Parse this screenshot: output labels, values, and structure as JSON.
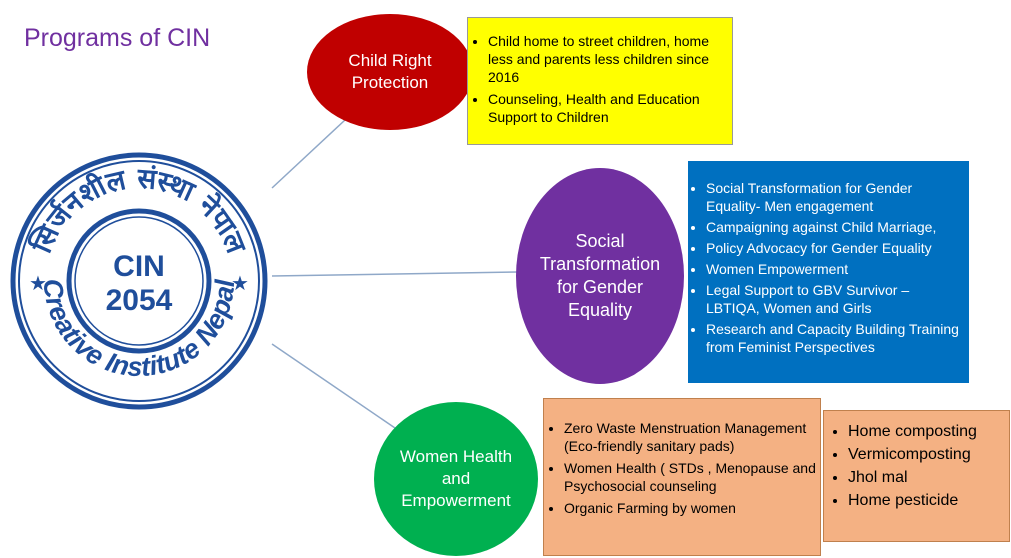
{
  "title": "Programs of CIN",
  "seal": {
    "top_text": "सिर्जनशील संस्था नेपाल",
    "bottom_text": "Creative Institute Nepal",
    "center_line1": "CIN",
    "center_line2": "2054",
    "star": "★"
  },
  "programs": [
    {
      "name": "Child Right Protection",
      "color": "#c00000",
      "points": [
        "Child home to street children, home less and parents less children since 2016",
        "Counseling, Health and Education Support to Children"
      ]
    },
    {
      "name": "Social Transformation for Gender Equality",
      "color": "#7030a0",
      "points": [
        "Social Transformation for Gender Equality- Men engagement",
        "Campaigning against Child Marriage,",
        "Policy Advocacy  for Gender Equality",
        "Women Empowerment",
        "Legal Support to GBV Survivor – LBTIQA,  Women and Girls",
        "Research and Capacity Building Training from Feminist Perspectives"
      ]
    },
    {
      "name": "Women Health and Empowerment",
      "color": "#00b050",
      "points": [
        "Zero Waste Menstruation Management (Eco-friendly sanitary pads)",
        "Women Health ( STDs , Menopause and   Psychosocial counseling",
        "Organic Farming by women"
      ],
      "sub_points": [
        "Home composting",
        "Vermicomposting",
        "Jhol mal",
        "Home pesticide"
      ]
    }
  ],
  "colors": {
    "title": "#7030a0",
    "seal_blue": "#1f4e9b",
    "yellow_box": "#ffff00",
    "blue_box": "#0070c0",
    "peach_box": "#f4b183"
  }
}
